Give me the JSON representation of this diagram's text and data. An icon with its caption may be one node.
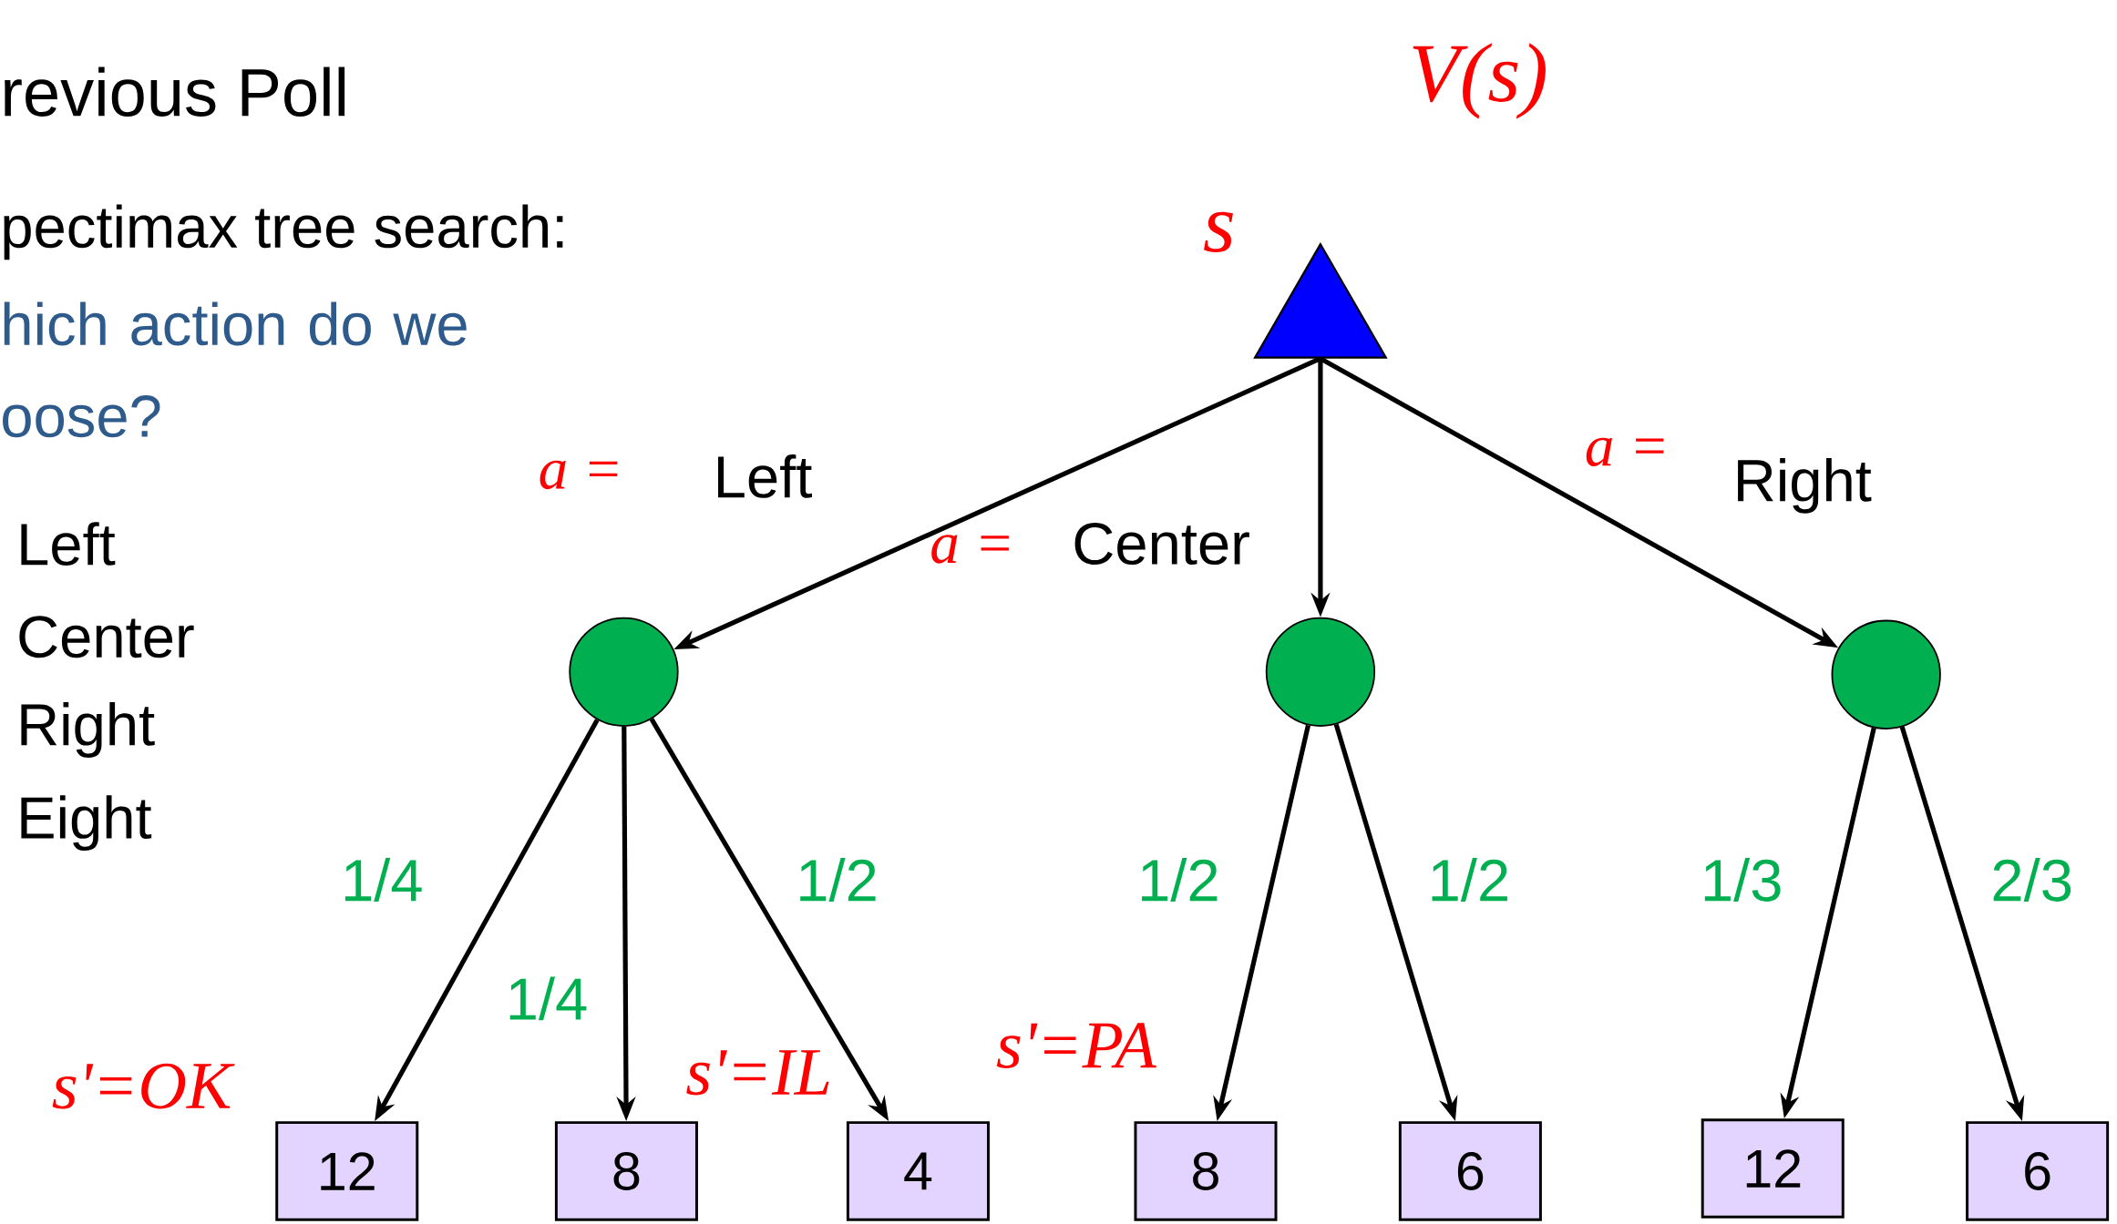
{
  "diagram": {
    "nodes": [
      {
        "text": [],
        "shape": "triangle"
      },
      {
        "text": [],
        "shape": "circle"
      },
      {
        "text": [],
        "shape": "circle"
      },
      {
        "text": [],
        "shape": "circle"
      },
      {
        "text": [
          "12"
        ]
      },
      {
        "text": [
          "8"
        ]
      },
      {
        "text": [
          "4"
        ]
      },
      {
        "text": [
          "8"
        ]
      },
      {
        "text": [
          "6"
        ]
      },
      {
        "text": [
          "12"
        ]
      },
      {
        "text": [
          "6"
        ]
      }
    ],
    "edges": [
      {
        "from": 0,
        "to": 1,
        "arrow": "to",
        "label": "Left"
      },
      {
        "from": 0,
        "to": 2,
        "arrow": "to",
        "label": "Center"
      },
      {
        "from": 0,
        "to": 3,
        "arrow": "to",
        "label": "Right"
      },
      {
        "from": 1,
        "to": 4,
        "arrow": "to",
        "label": "1/4"
      },
      {
        "from": 1,
        "to": 5,
        "arrow": "to",
        "label": "1/4"
      },
      {
        "from": 1,
        "to": 6,
        "arrow": "to",
        "label": "1/2"
      },
      {
        "from": 2,
        "to": 7,
        "arrow": "to",
        "label": "1/2"
      },
      {
        "from": 2,
        "to": 8,
        "arrow": "to",
        "label": "1/2"
      },
      {
        "from": 3,
        "to": 9,
        "arrow": "to",
        "label": "1/3"
      },
      {
        "from": 3,
        "to": 10,
        "arrow": "to",
        "label": "2/3"
      }
    ],
    "labels": [
      "revious Poll",
      "pectimax tree search:",
      "hich action do we oose?",
      "Left",
      "Center",
      "Right",
      "Eight",
      "V(s)",
      "s",
      "a =",
      "a =",
      "a =",
      "s'=OK",
      "s'=IL",
      "s'=PA"
    ]
  }
}
